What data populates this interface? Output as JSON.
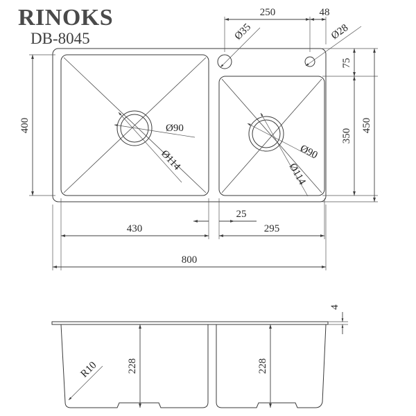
{
  "document": {
    "type": "technical-drawing",
    "subject": "double-bowl-kitchen-sink",
    "background_color": "#ffffff",
    "line_color": "#3a3a3a"
  },
  "branding": {
    "brand_name": "RINOKS",
    "model_number": "DB-8045"
  },
  "top_view": {
    "dimensions": {
      "hole_spacing_250": "250",
      "hole_offset_48": "48",
      "tap_hole_large": "Ø35",
      "tap_hole_small": "Ø28",
      "edge_to_bowl_75": "75",
      "right_bowl_depth_350": "350",
      "overall_depth_450": "450",
      "left_bowl_depth_400": "400",
      "left_bowl_width_430": "430",
      "bowl_gap_25": "25",
      "right_bowl_width_295": "295",
      "overall_width_800": "800"
    },
    "left_bowl": {
      "drain_outer": "Ø114",
      "drain_inner": "Ø90"
    },
    "right_bowl": {
      "drain_outer": "Ø114",
      "drain_inner": "Ø90"
    }
  },
  "section_view": {
    "left_bowl_depth": "228",
    "right_bowl_depth": "228",
    "material_thickness": "4",
    "corner_radius": "R10"
  }
}
